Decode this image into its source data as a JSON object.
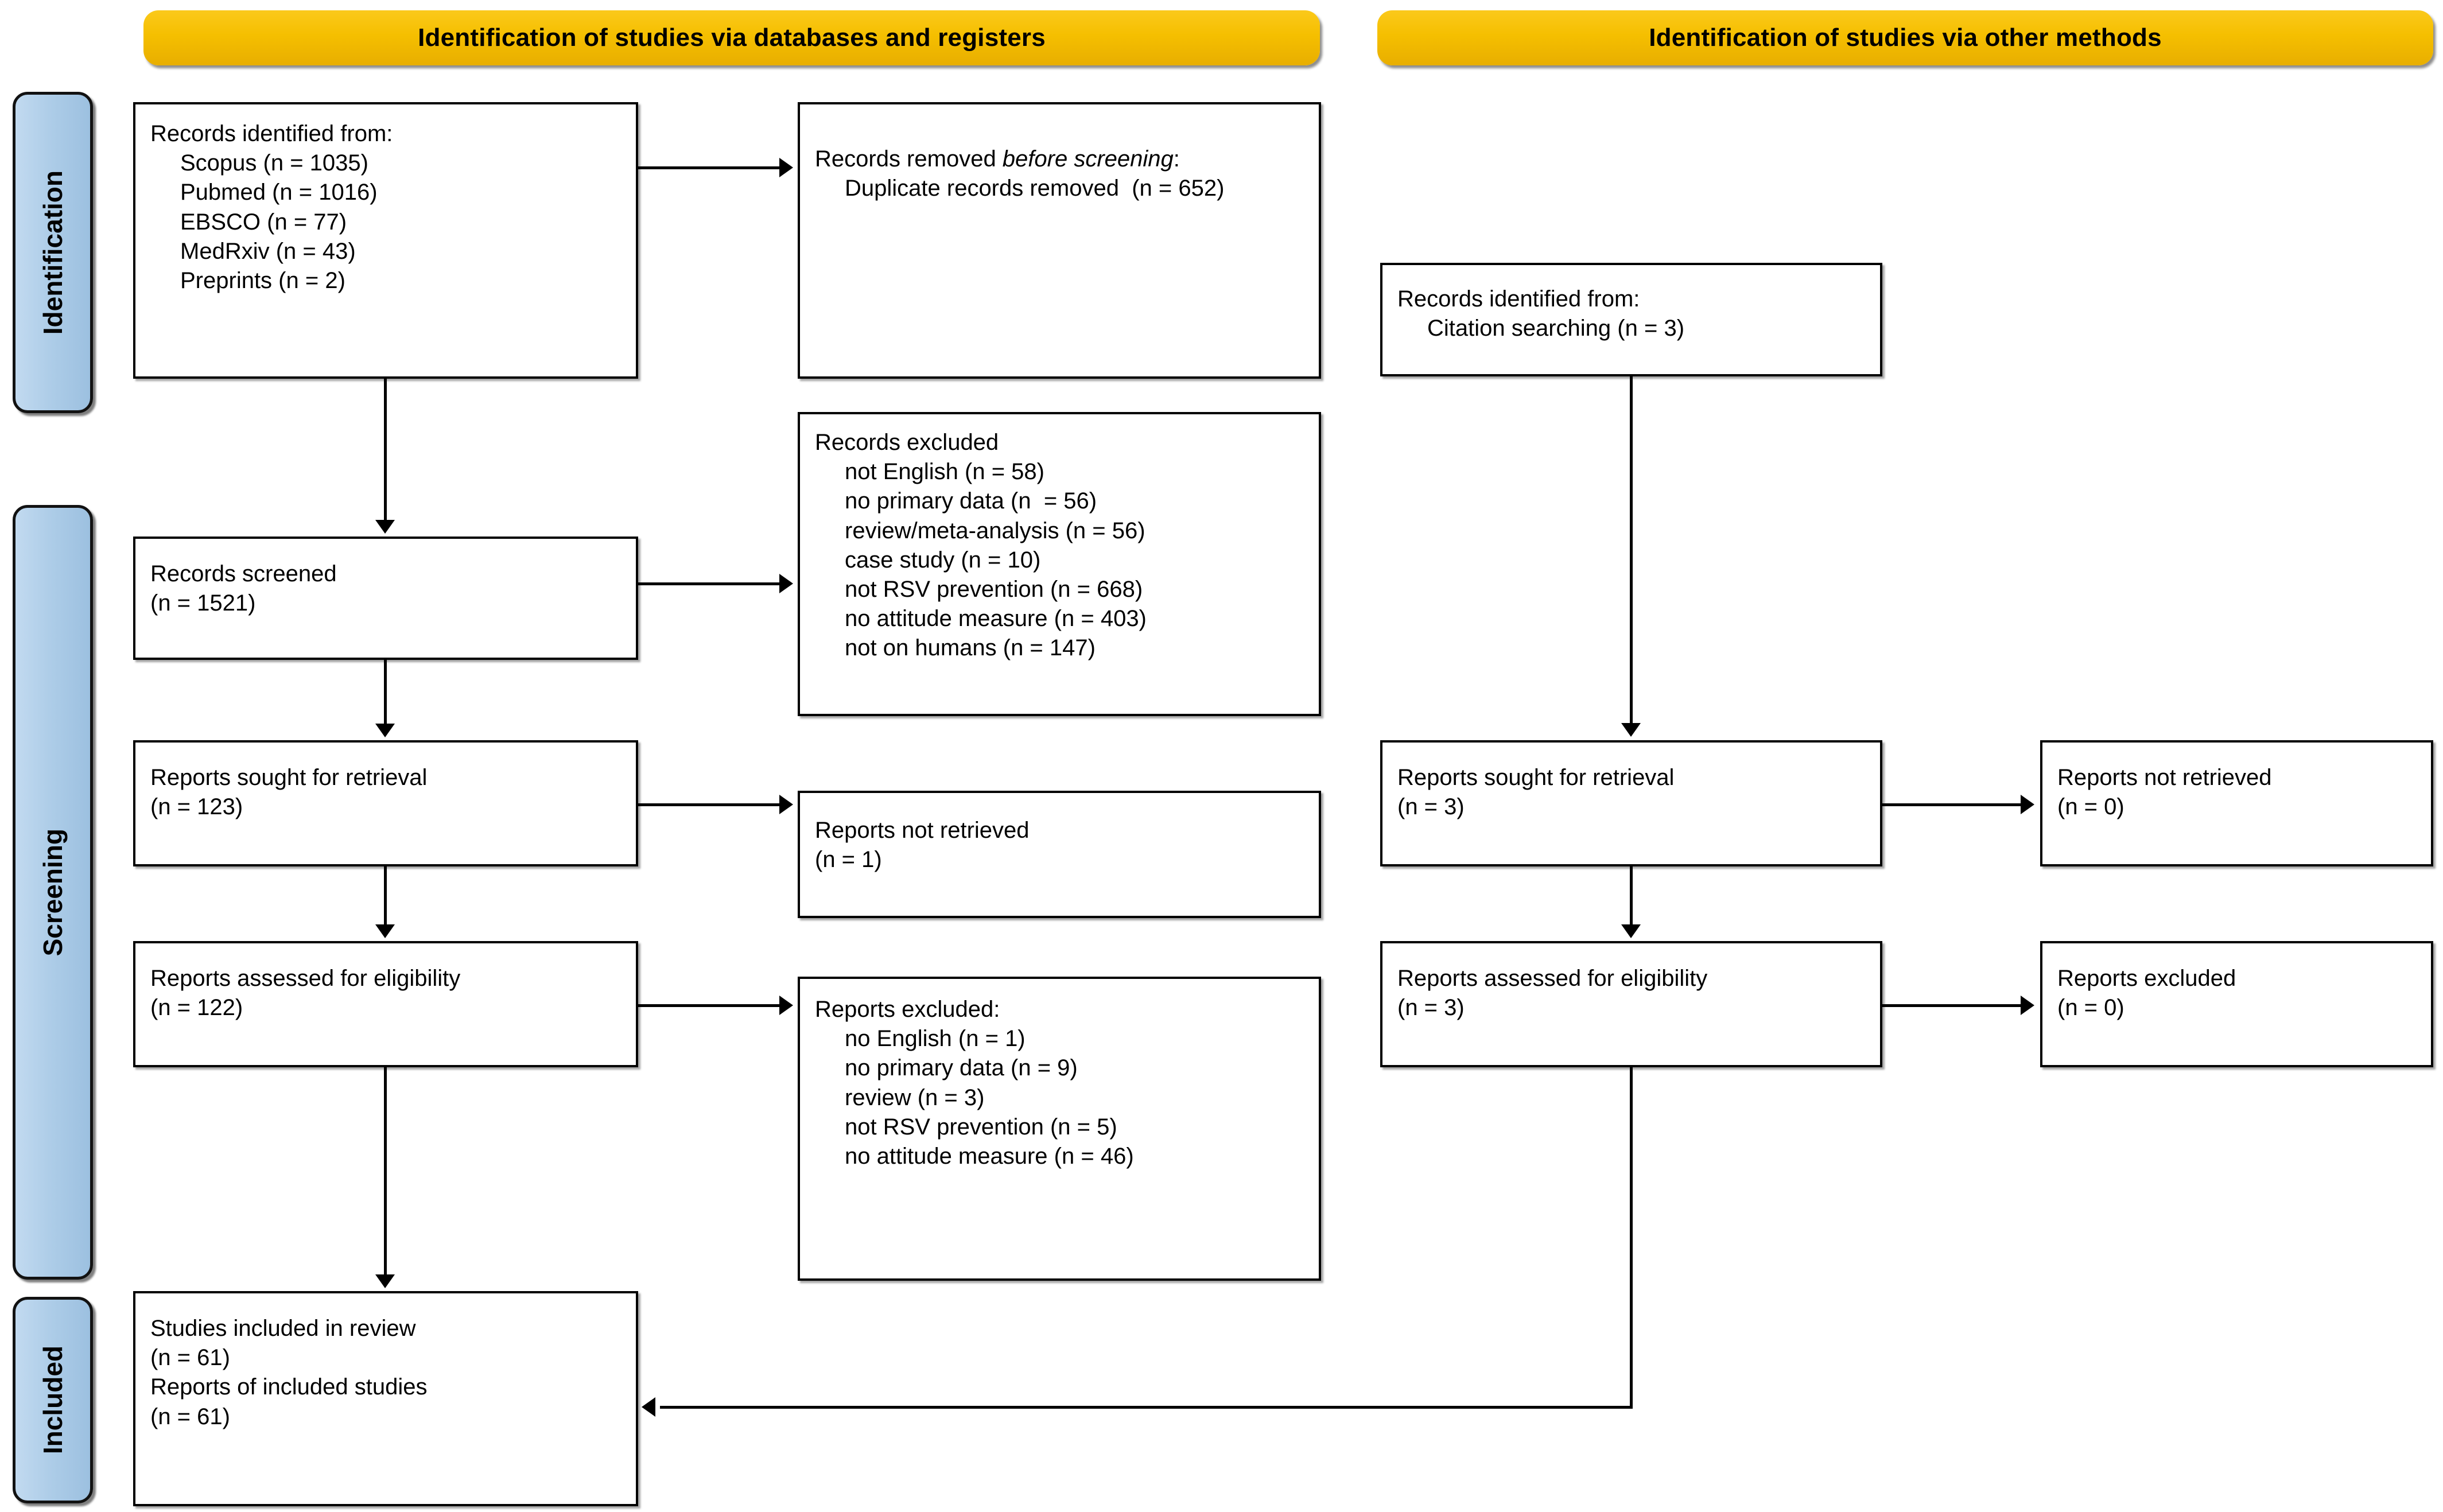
{
  "diagram": {
    "type": "PRISMA 2020 flow diagram",
    "colors": {
      "header_yellow": "#F5BF00",
      "rail_blue": "#AECDE8",
      "box_border": "#000000",
      "box_fill": "#FFFFFF"
    }
  },
  "headers": {
    "databases": "Identification of studies via databases and registers",
    "other": "Identification of studies via other methods"
  },
  "rails": {
    "identification": "Identification",
    "screening": "Screening",
    "included": "Included"
  },
  "db_column": {
    "records_identified": {
      "title": "Records identified from:",
      "items": [
        "Scopus (n = 1035)",
        "Pubmed (n = 1016)",
        "EBSCO (n = 77)",
        "MedRxiv (n = 43)",
        "Preprints (n = 2)"
      ]
    },
    "records_removed": {
      "title_pre": "Records removed ",
      "title_italic": "before screening",
      "title_post": ":",
      "items": [
        "Duplicate records removed  (n = 652)"
      ]
    },
    "records_screened": {
      "title": "Records screened",
      "count": "(n = 1521)"
    },
    "records_excluded": {
      "title": "Records excluded",
      "items": [
        "not English (n = 58)",
        "no primary data (n  = 56)",
        "review/meta-analysis (n = 56)",
        "case study (n = 10)",
        "not RSV prevention (n = 668)",
        "no attitude measure (n = 403)",
        "not on humans (n = 147)"
      ]
    },
    "reports_sought": {
      "title": "Reports sought for retrieval",
      "count": "(n = 123)"
    },
    "reports_not_retrieved": {
      "title": "Reports not retrieved",
      "count": "(n = 1)"
    },
    "reports_assessed": {
      "title": "Reports assessed for eligibility",
      "count": "(n = 122)"
    },
    "reports_excluded": {
      "title": "Reports excluded:",
      "items": [
        "no English (n = 1)",
        "no primary data (n = 9)",
        "review (n = 3)",
        "not RSV prevention (n = 5)",
        "no attitude measure (n = 46)"
      ]
    },
    "studies_included": {
      "line1": "Studies included in review",
      "line2": "(n = 61)",
      "line3": "Reports of included studies",
      "line4": "(n = 61)"
    }
  },
  "other_column": {
    "records_identified": {
      "title": "Records identified from:",
      "items": [
        "Citation searching (n = 3)"
      ]
    },
    "reports_sought": {
      "title": "Reports sought for retrieval",
      "count": "(n = 3)"
    },
    "reports_not_retrieved": {
      "title": "Reports not retrieved",
      "count": "(n = 0)"
    },
    "reports_assessed": {
      "title": "Reports assessed for eligibility",
      "count": "(n = 3)"
    },
    "reports_excluded": {
      "title": "Reports excluded",
      "count": "(n = 0)"
    }
  }
}
